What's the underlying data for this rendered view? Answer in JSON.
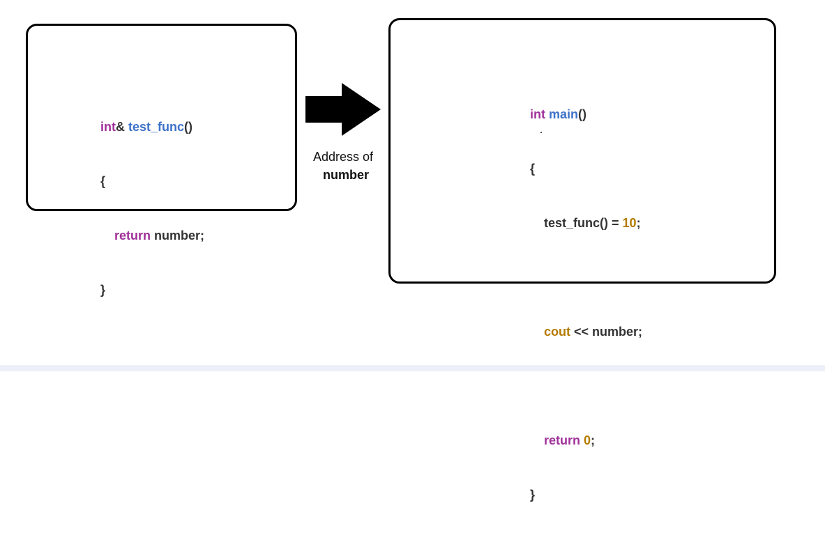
{
  "colors": {
    "keyword": "#a0309a",
    "function": "#3d72c9",
    "number": "#b37b00",
    "text": "#333333"
  },
  "left_code": {
    "sig_type": "int",
    "sig_amp": "& ",
    "sig_name": "test_func",
    "sig_parens": "()",
    "open_brace": "{",
    "return_kw": "return",
    "return_value": " number;",
    "close_brace": "}"
  },
  "arrow_caption": {
    "line1": "Address of",
    "line2": "number"
  },
  "right_code": {
    "main_type": "int",
    "main_name": "main",
    "main_parens": "()",
    "open_brace": "{",
    "call_text": "test_func() = ",
    "call_value": "10",
    "call_semicolon": ";",
    "cout_kw": "cout",
    "cout_rest": " << number;",
    "return_kw": "return",
    "return_value": "0",
    "return_semicolon": ";",
    "close_brace": "}"
  }
}
